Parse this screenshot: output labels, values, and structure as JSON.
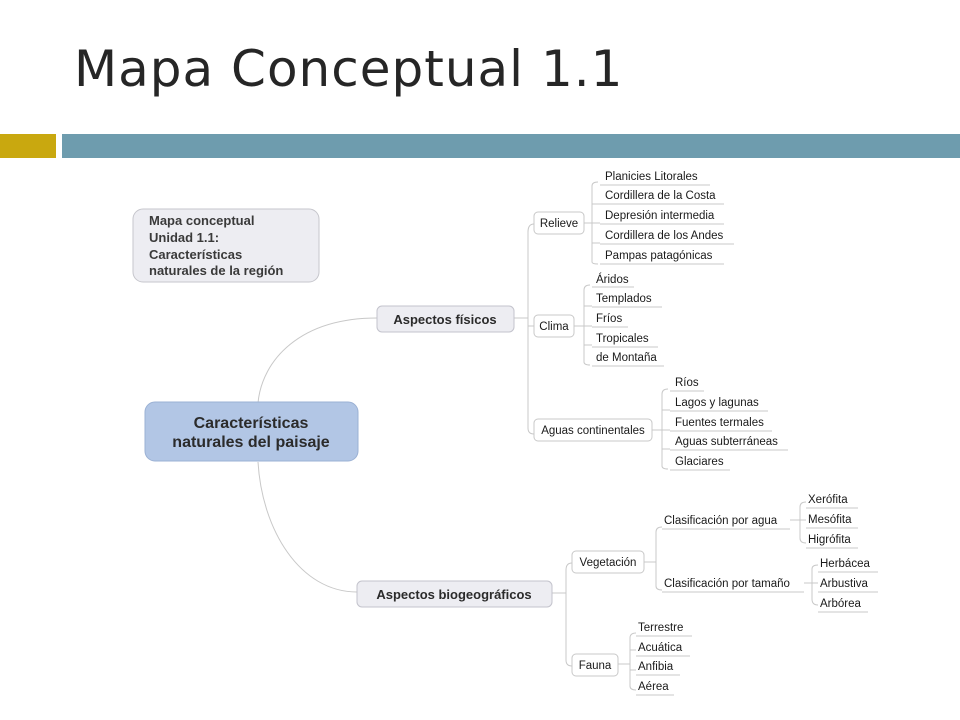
{
  "slide": {
    "title": "Mapa Conceptual 1.1",
    "accent_gold": "#c9a80f",
    "accent_teal": "#6e9cae"
  },
  "map": {
    "note": [
      "Mapa conceptual",
      "Unidad 1.1:",
      "Características",
      "naturales de la región"
    ],
    "root": [
      "Características",
      "naturales del paisaje"
    ],
    "fisicos": {
      "label": "Aspectos físicos",
      "relieve": {
        "label": "Relieve",
        "items": [
          "Planicies Litorales",
          "Cordillera de la Costa",
          "Depresión intermedia",
          "Cordillera de los Andes",
          "Pampas patagónicas"
        ]
      },
      "clima": {
        "label": "Clima",
        "items": [
          "Áridos",
          "Templados",
          "Fríos",
          "Tropicales",
          "de Montaña"
        ]
      },
      "aguas": {
        "label": "Aguas continentales",
        "items": [
          "Ríos",
          "Lagos y lagunas",
          "Fuentes termales",
          "Aguas subterráneas",
          "Glaciares"
        ]
      }
    },
    "bio": {
      "label": "Aspectos biogeográficos",
      "vegetacion": {
        "label": "Vegetación",
        "agua": {
          "label": "Clasificación por agua",
          "items": [
            "Xerófita",
            "Mesófita",
            "Higrófita"
          ]
        },
        "tamano": {
          "label": "Clasificación por tamaño",
          "items": [
            "Herbácea",
            "Arbustiva",
            "Arbórea"
          ]
        }
      },
      "fauna": {
        "label": "Fauna",
        "items": [
          "Terrestre",
          "Acuática",
          "Anfibia",
          "Aérea"
        ]
      }
    }
  }
}
